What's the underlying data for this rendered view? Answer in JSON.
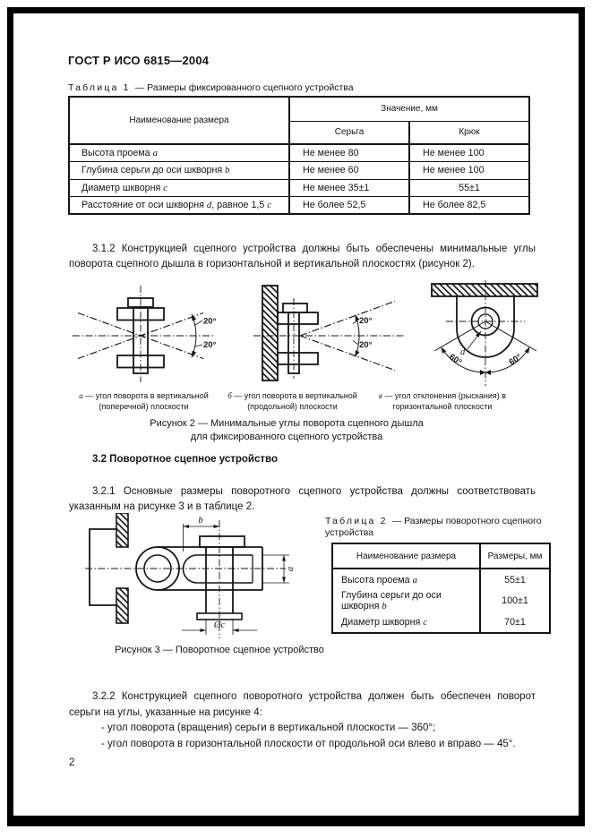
{
  "page": {
    "standard": "ГОСТ Р ИСО 6815—2004",
    "number": "2"
  },
  "table1": {
    "caption_label": "Таблица 1",
    "caption_rest": "— Размеры фиксированного сцепного устройства",
    "header": {
      "name": "Наименование размера",
      "value_group": "Значение, мм",
      "col1": "Серьга",
      "col2": "Крюк"
    },
    "rows": [
      {
        "t1": "Высота проема ",
        "v1": "a",
        "serga": "Не менее 80",
        "kryuk": "Не менее 100"
      },
      {
        "t1": "Глубина серьги до оси шкворня ",
        "v1": "b",
        "serga": "Не менее 60",
        "kryuk": "Не менее 100"
      },
      {
        "t1": "Диаметр шкворня ",
        "v1": "c",
        "serga": "Не менее 35±1",
        "kryuk": "55±1"
      },
      {
        "t1": "Расстояние от оси шкворня ",
        "v1": "d",
        "t2": ", равное 1,5 ",
        "v2": "c",
        "serga": "Не более 52,5",
        "kryuk": "Не более 82,5"
      }
    ]
  },
  "para_3_1_2": "3.1.2  Конструкцией сцепного устройства должны быть обеспечены минимальные углы поворота сцепного дышла в горизонтальной и вертикальной плоскостях (рисунок 2).",
  "figure2": {
    "labels": {
      "a_top": "20°",
      "a_bottom": "20°",
      "b_top": "20°",
      "b_bottom": "20°",
      "v_left": "60°",
      "v_right": "60°",
      "pin": "d"
    },
    "cap_a_letter": "а",
    "cap_a": "— угол поворота в вертикальной (поперечной) плоскости",
    "cap_b_letter": "б",
    "cap_b": "— угол поворота в вертикальной (продольной) плоскости",
    "cap_v_letter": "в",
    "cap_v": "— угол отклонения (рыскания) в горизонтальной плоскости",
    "title_line1": "Рисунок 2 — Минимальные углы поворота сцепного дышла",
    "title_line2": "для фиксированного сцепного устройства"
  },
  "section_3_2": {
    "heading": "3.2  Поворотное сцепное устройство",
    "para_3_2_1": "3.2.1  Основные размеры поворотного сцепного устройства должны соответствовать указанным на рисунке 3 и в таблице 2."
  },
  "figure3": {
    "labels": {
      "b": "b",
      "a": "a",
      "c": "Øc"
    },
    "caption": "Рисунок 3 — Поворотное сцепное устройство"
  },
  "table2": {
    "caption_label": "Таблица 2",
    "caption_rest": "— Размеры поворотного сцепного устройства",
    "header": {
      "name": "Наименование размера",
      "value": "Размеры, мм"
    },
    "rows": [
      {
        "t1": "Высота проема ",
        "v1": "a",
        "val": "55±1"
      },
      {
        "t1": "Глубина серьги до оси шкворня ",
        "v1": "b",
        "val": "100±1"
      },
      {
        "t1": "Диаметр шкворня ",
        "v1": "c",
        "val": "70±1"
      }
    ]
  },
  "para_3_2_2": {
    "intro": "3.2.2  Конструкцией сцепного поворотного устройства должен быть обеспечен поворот серьги на углы, указанные на рисунке 4:",
    "bullet1": "-  угол поворота (вращения) серьги в вертикальной плоскости — 360°;",
    "bullet2": "-  угол поворота в горизонтальной плоскости от продольной оси влево и вправо — 45°."
  }
}
